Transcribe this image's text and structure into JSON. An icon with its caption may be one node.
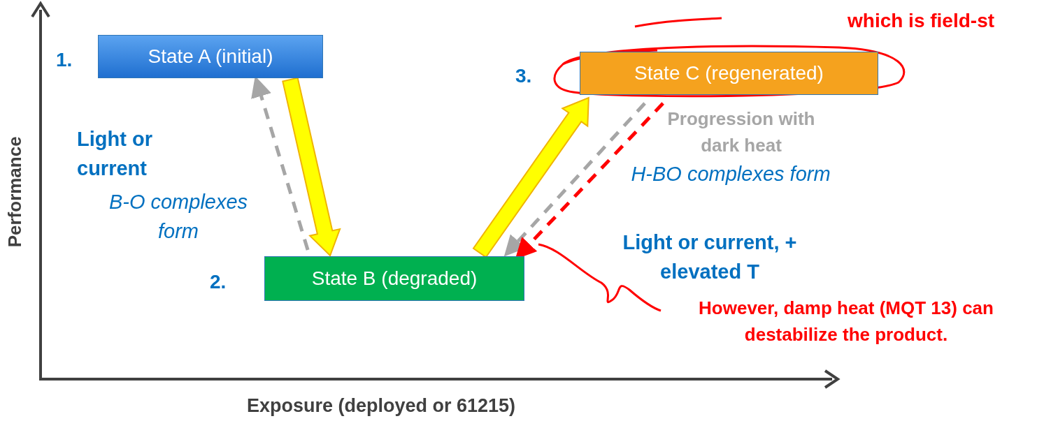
{
  "diagram": {
    "nodes": [
      {
        "text": [
          "State A (initial)"
        ]
      },
      {
        "text": [
          "State B (degraded)"
        ]
      },
      {
        "text": [
          "State C (regenerated)"
        ]
      }
    ],
    "edges": [
      {
        "from": 0,
        "to": 1,
        "arrow": "to",
        "style": "thick",
        "color": "#ffff00"
      },
      {
        "from": 1,
        "to": 0,
        "arrow": "to",
        "style": "dashed"
      },
      {
        "from": 1,
        "to": 2,
        "arrow": "to",
        "style": "thick",
        "color": "#ffff00"
      },
      {
        "from": 2,
        "to": 1,
        "arrow": "to",
        "style": "dashed"
      },
      {
        "from": 2,
        "to": 1,
        "arrow": "to",
        "style": "dashed",
        "color": "#ff0000"
      }
    ],
    "labels": [
      "which is field-st",
      "1.",
      "3.",
      "Light or current",
      "B-O complexes form",
      "Progression with dark heat",
      "H-BO complexes form",
      "Light or current, + elevated T",
      "2.",
      "However, damp heat (MQT 13) can destabilize the product.",
      "Performance",
      "Exposure (deployed or 61215)"
    ]
  }
}
